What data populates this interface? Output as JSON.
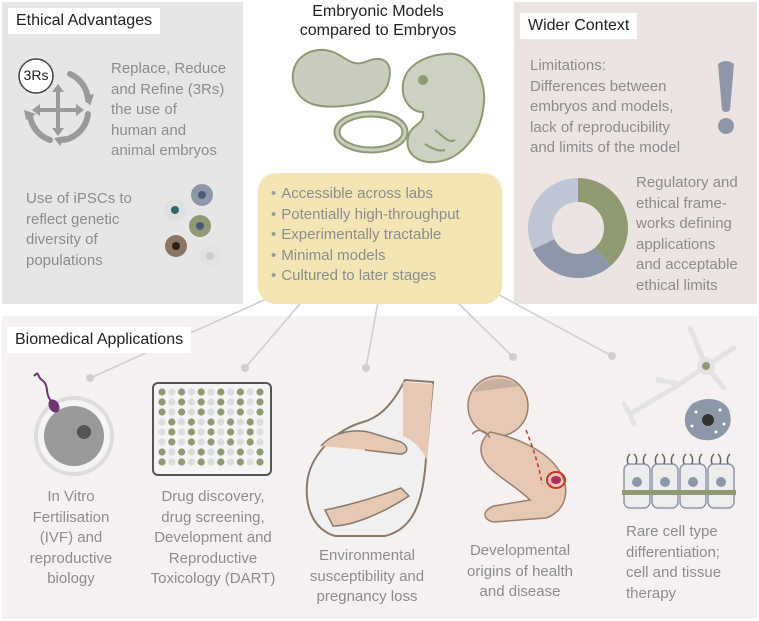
{
  "center": {
    "title_line1": "Embryonic Models",
    "title_line2": "compared to Embryos",
    "bullets": [
      "Accessible across labs",
      "Potentially high-throughput",
      "Experimentally tractable",
      "Minimal models",
      "Cultured to later stages"
    ]
  },
  "ethical": {
    "heading": "Ethical Advantages",
    "rs_badge": "3Rs",
    "rs_text": [
      "Replace, Reduce",
      "and Refine (3Rs)",
      "the use of",
      "human and",
      "animal embryos"
    ],
    "ipsc_text": [
      "Use of iPSCs to",
      "reflect genetic",
      "diversity of",
      "populations"
    ]
  },
  "wider": {
    "heading": "Wider Context",
    "limitations_text": [
      "Limitations:",
      "Differences between",
      "embryos and models,",
      "lack of reproducibility",
      "and limits of the model"
    ],
    "regulatory_text": [
      "Regulatory and",
      "ethical frame-",
      "works defining",
      "applications",
      "and acceptable",
      "ethical limits"
    ]
  },
  "biomedical": {
    "heading": "Biomedical Applications",
    "items": [
      {
        "lines": [
          "In Vitro",
          "Fertilisation",
          "(IVF) and",
          "reproductive",
          "biology"
        ]
      },
      {
        "lines": [
          "Drug discovery,",
          "drug screening,",
          "Development and",
          "Reproductive",
          "Toxicology (DART)"
        ]
      },
      {
        "lines": [
          "Environmental",
          "susceptibility and",
          "pregnancy loss"
        ]
      },
      {
        "lines": [
          "Developmental",
          "origins of health",
          "and disease"
        ]
      },
      {
        "lines": [
          "Rare cell type",
          "differentiation;",
          "cell and tissue",
          "therapy"
        ]
      }
    ]
  },
  "colors": {
    "ethical_bg": "#e6e6e6",
    "wider_bg": "#ece3e3",
    "biomedical_bg": "#f5f1f1",
    "center_bg": "#f4e6b4",
    "olive": "#8f9a72",
    "slate": "#8e97a8",
    "brown": "#8a7565",
    "purple": "#6b3570"
  }
}
